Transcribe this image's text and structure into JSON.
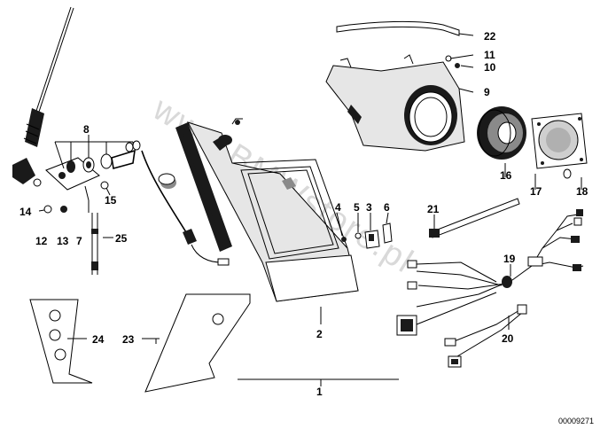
{
  "diagram": {
    "reference_number": "00009271",
    "watermark": "www.BMWstore.pl",
    "part_labels": {
      "p1": "1",
      "p2": "2",
      "p3": "3",
      "p4": "4",
      "p5": "5",
      "p6": "6",
      "p7": "7",
      "p8": "8",
      "p9": "9",
      "p10": "10",
      "p11": "11",
      "p12": "12",
      "p13": "13",
      "p14": "14",
      "p15": "15",
      "p16": "16",
      "p17": "17",
      "p18": "18",
      "p19": "19",
      "p20": "20",
      "p21": "21",
      "p22": "22",
      "p23": "23",
      "p24": "24",
      "p25": "25"
    }
  }
}
